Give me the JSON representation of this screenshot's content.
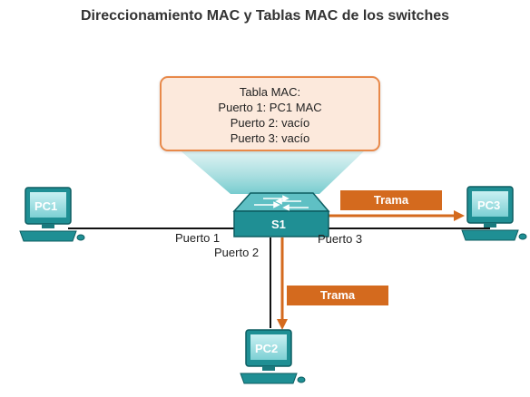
{
  "title": "Direccionamiento MAC y Tablas MAC de los switches",
  "mac_table": {
    "heading": "Tabla MAC:",
    "rows": [
      "Puerto 1: PC1 MAC",
      "Puerto 2: vacío",
      "Puerto 3: vacío"
    ]
  },
  "devices": {
    "pc1": "PC1",
    "pc2": "PC2",
    "pc3": "PC3",
    "switch": "S1"
  },
  "ports": {
    "p1": "Puerto 1",
    "p2": "Puerto 2",
    "p3": "Puerto 3"
  },
  "frames": {
    "to_pc3": "Trama",
    "to_pc2": "Trama"
  },
  "colors": {
    "device_teal": "#1f8f94",
    "frame_orange": "#d46a1e",
    "table_border": "#e8894a",
    "table_fill": "#fce9dc",
    "beam": "#8fd4d6"
  }
}
